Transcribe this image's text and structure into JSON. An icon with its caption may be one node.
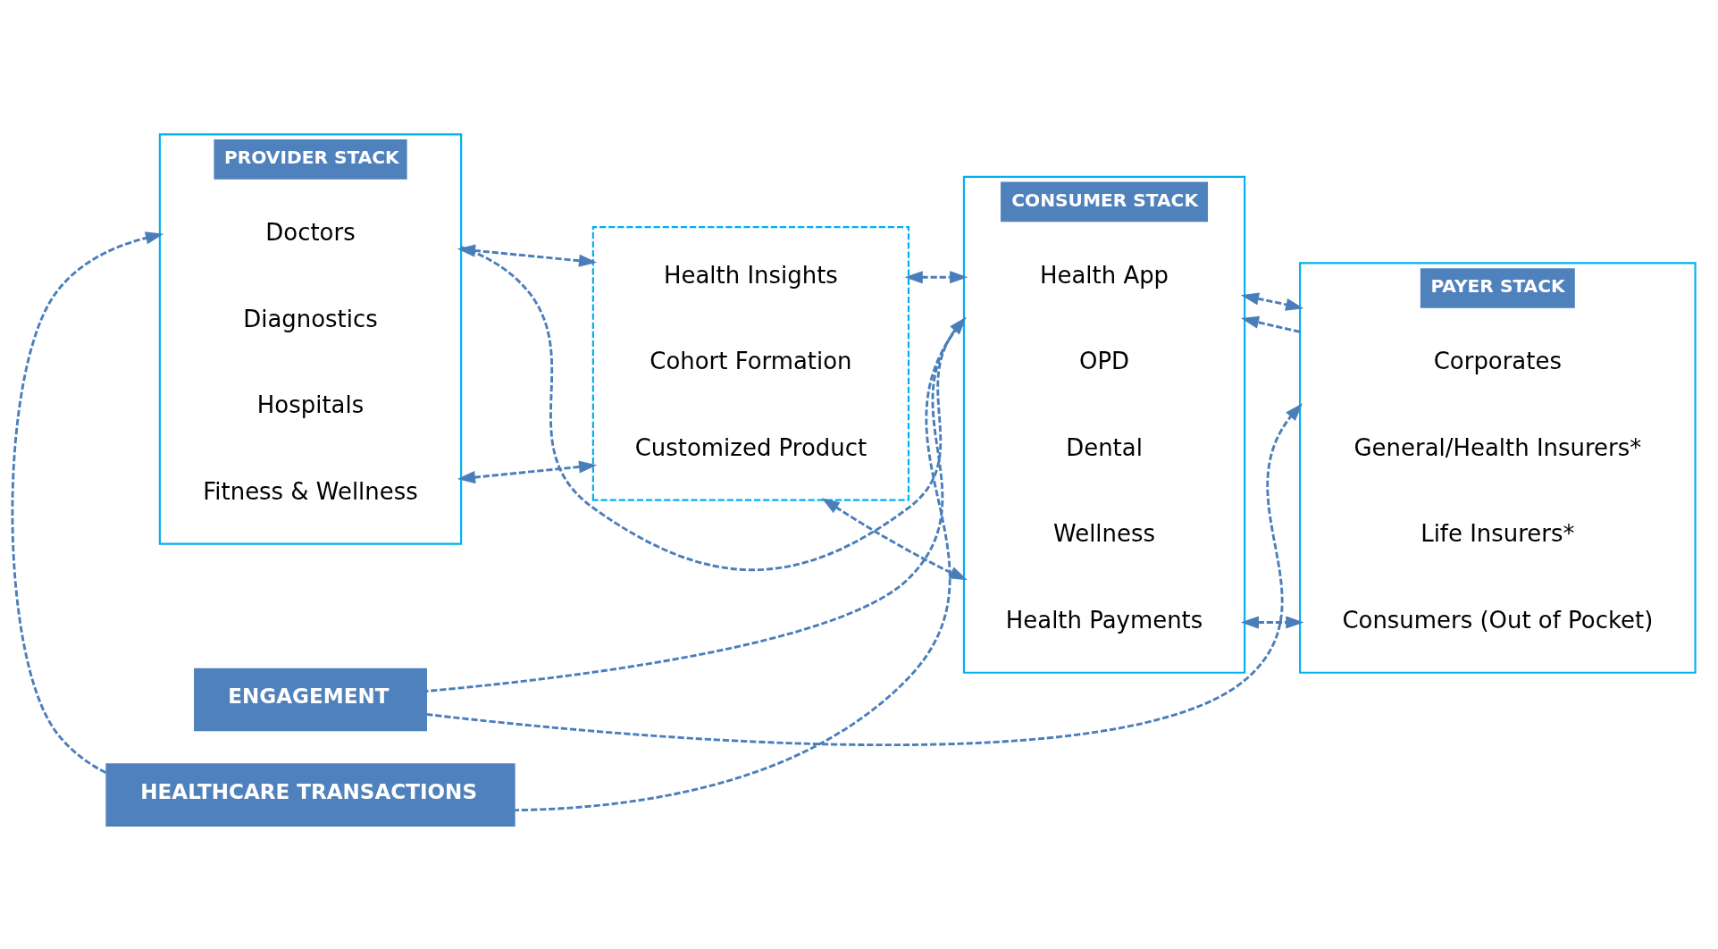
{
  "diagram": {
    "nodes": [
      {
        "text": [
          "PROVIDER STACK"
        ]
      },
      {
        "text": [
          "Doctors"
        ],
        "in": 0
      },
      {
        "text": [
          "Diagnostics"
        ],
        "in": 0
      },
      {
        "text": [
          "Hospitals"
        ],
        "in": 0
      },
      {
        "text": [
          "Fitness & Wellness"
        ],
        "in": 0
      },
      {
        "text": [],
        "shape": "box"
      },
      {
        "text": [
          "Health Insights"
        ],
        "in": 5
      },
      {
        "text": [
          "Cohort Formation"
        ],
        "in": 5
      },
      {
        "text": [
          "Customized Product"
        ],
        "in": 5
      },
      {
        "text": [
          "CONSUMER STACK"
        ]
      },
      {
        "text": [
          "Health App"
        ],
        "in": 9
      },
      {
        "text": [
          "OPD"
        ],
        "in": 9
      },
      {
        "text": [
          "Dental"
        ],
        "in": 9
      },
      {
        "text": [
          "Wellness"
        ],
        "in": 9
      },
      {
        "text": [
          "Health Payments"
        ],
        "in": 9
      },
      {
        "text": [
          "PAYER STACK"
        ]
      },
      {
        "text": [
          "Corporates"
        ],
        "in": 15
      },
      {
        "text": [
          "General/Health Insurers*"
        ],
        "in": 15
      },
      {
        "text": [
          "Life Insurers*"
        ],
        "in": 15
      },
      {
        "text": [
          "Consumers (Out of Pocket)"
        ],
        "in": 15
      },
      {
        "text": [
          "HEALTHCARE TRANSACTIONS"
        ]
      },
      {
        "text": [
          "ENGAGEMENT"
        ]
      }
    ],
    "edges": [
      {
        "from": 0,
        "to": 5,
        "arrow": "both",
        "style": "dashed"
      },
      {
        "from": 0,
        "to": 5,
        "arrow": "both",
        "style": "dashed"
      },
      {
        "from": 5,
        "to": 9,
        "arrow": "both",
        "style": "dashed"
      },
      {
        "from": 5,
        "to": 9,
        "arrow": "both",
        "style": "dashed"
      },
      {
        "from": 9,
        "to": 15,
        "arrow": "both",
        "style": "dashed"
      },
      {
        "from": 9,
        "to": 15,
        "arrow": "both",
        "style": "dashed"
      },
      {
        "from": 0,
        "to": 9,
        "arrow": "to",
        "style": "dashed"
      },
      {
        "from": 15,
        "to": 9,
        "arrow": "to",
        "style": "dashed"
      },
      {
        "from": 9,
        "to": 20,
        "arrow": "none",
        "style": "dashed"
      },
      {
        "from": 20,
        "to": 0,
        "arrow": "to",
        "style": "dashed"
      },
      {
        "from": 9,
        "to": 21,
        "arrow": "none",
        "style": "dashed"
      },
      {
        "from": 21,
        "to": 15,
        "arrow": "to",
        "style": "dashed"
      }
    ]
  }
}
